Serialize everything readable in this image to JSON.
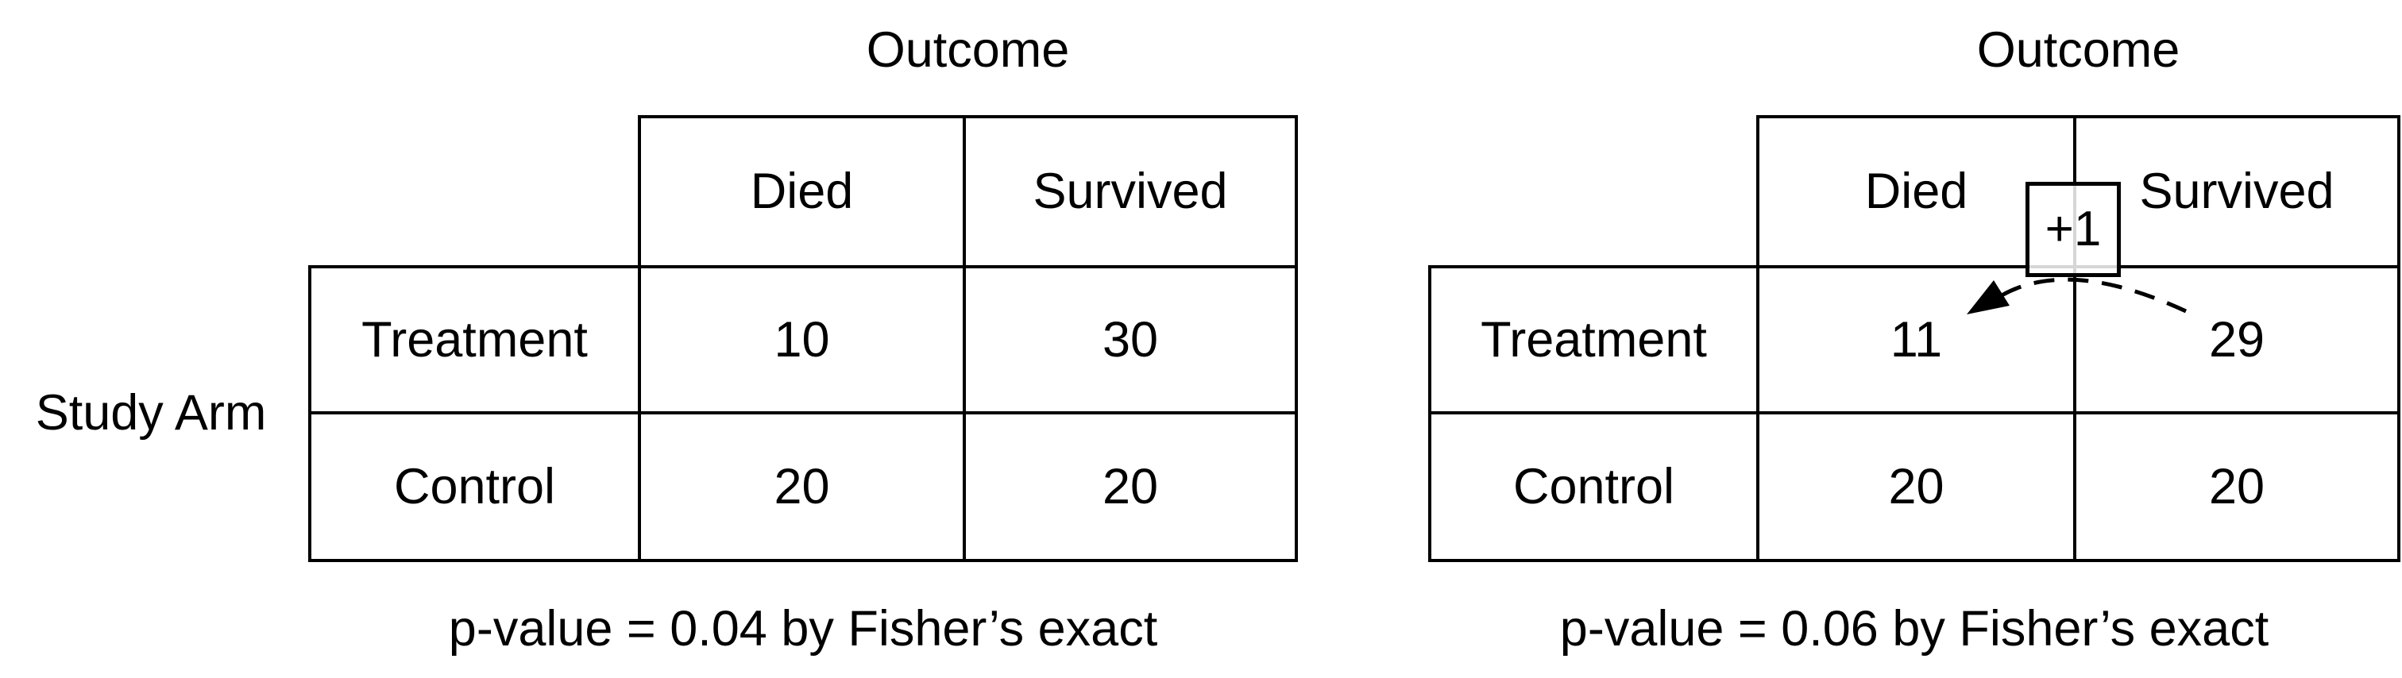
{
  "figure": {
    "panels": [
      {
        "outcome_label": "Outcome",
        "col_headers": [
          "Died",
          "Survived"
        ],
        "row_axis_label": "Study Arm",
        "rows": [
          {
            "label": "Treatment",
            "values": [
              "10",
              "30"
            ]
          },
          {
            "label": "Control",
            "values": [
              "20",
              "20"
            ]
          }
        ],
        "caption": "p-value = 0.04 by Fisher’s exact"
      },
      {
        "outcome_label": "Outcome",
        "col_headers": [
          "Died",
          "Survived"
        ],
        "rows": [
          {
            "label": "Treatment",
            "values": [
              "11",
              "29"
            ]
          },
          {
            "label": "Control",
            "values": [
              "20",
              "20"
            ]
          }
        ],
        "caption": "p-value = 0.06 by Fisher’s exact",
        "annotation": {
          "badge_label": "+1"
        }
      }
    ],
    "colors": {
      "ink": "#000000",
      "background": "#ffffff"
    }
  }
}
